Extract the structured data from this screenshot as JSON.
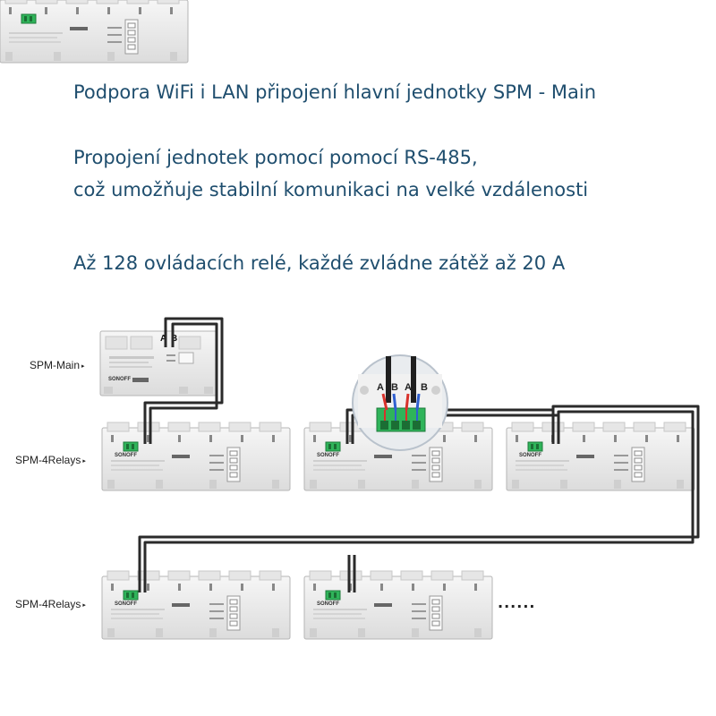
{
  "headline": {
    "line1": "Podpora WiFi i LAN připojení hlavní jednotky SPM - Main",
    "line2": "Propojení jednotek pomocí pomocí RS-485,",
    "line3": "což umožňuje stabilní komunikaci na velké vzdálenosti",
    "line4": "Až 128 ovládacích relé, každé zvládne zátěž až 20 A"
  },
  "labels": {
    "main": "SPM-Main",
    "relays_row1": "SPM-4Relays",
    "relays_row2": "SPM-4Relays",
    "arrow": "▸"
  },
  "terminals": {
    "a": "A",
    "b": "B"
  },
  "zoom_terminals": [
    "A",
    "B",
    "A",
    "B"
  ],
  "brand": "SONOFF",
  "ellipsis": "......",
  "colors": {
    "text": "#1f4e6e",
    "wire": "#2a2a2a",
    "device_body": "#eeeeee",
    "terminal_green": "#2fb45a",
    "wire_red": "#d8322b",
    "wire_blue": "#2f5fd0"
  }
}
